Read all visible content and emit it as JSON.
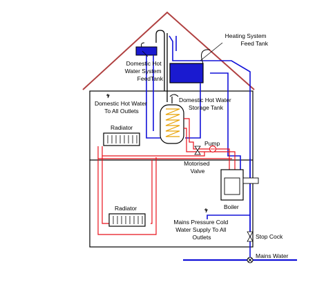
{
  "diagram": {
    "labels": {
      "heating_feed_tank": [
        "Heating System",
        "Feed Tank"
      ],
      "dhw_feed_tank": [
        "Domestic Hot",
        "Water System",
        "FeedTank"
      ],
      "dhw_outlets": [
        "Domestic Hot Water",
        "To All Outlets"
      ],
      "dhw_storage_tank": [
        "Domestic Hot Water",
        "Storage Tank"
      ],
      "radiator_upper": "Radiator",
      "radiator_lower": "Radiator",
      "pump": "Pump",
      "motorised_valve": [
        "Motorised",
        "Valve"
      ],
      "boiler": "Boiler",
      "mains_cold_outlets": [
        "Mains Pressure Cold",
        "Water Supply To All",
        "Outlets"
      ],
      "stop_cock": "Stop Cock",
      "mains_water": "Mains Water"
    },
    "colors": {
      "hot_flow": "#e8101a",
      "cold_feed": "#1010d8",
      "tank_water": "#1a1ad0",
      "roof": "#b04040",
      "coil": "#e8a000",
      "outline": "#000000"
    }
  }
}
